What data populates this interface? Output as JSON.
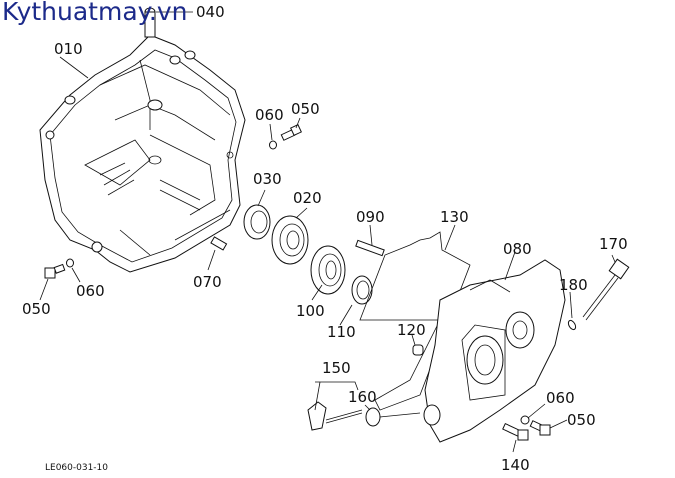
{
  "watermark": "Kythuatmay.vn",
  "drawing_code": "LE060-031-10",
  "colors": {
    "watermark": "#1c2a8a",
    "line": "#111111",
    "background": "#ffffff"
  },
  "callouts": {
    "p010": "010",
    "p020": "020",
    "p030": "030",
    "p040": "040",
    "p050_top": "050",
    "p060_top": "060",
    "p050_left": "050",
    "p060_left": "060",
    "p070": "070",
    "p080": "080",
    "p090": "090",
    "p100": "100",
    "p110": "110",
    "p120": "120",
    "p130": "130",
    "p140": "140",
    "p150": "150",
    "p160": "160",
    "p170": "170",
    "p180": "180",
    "p060_right": "060",
    "p050_right": "050"
  }
}
